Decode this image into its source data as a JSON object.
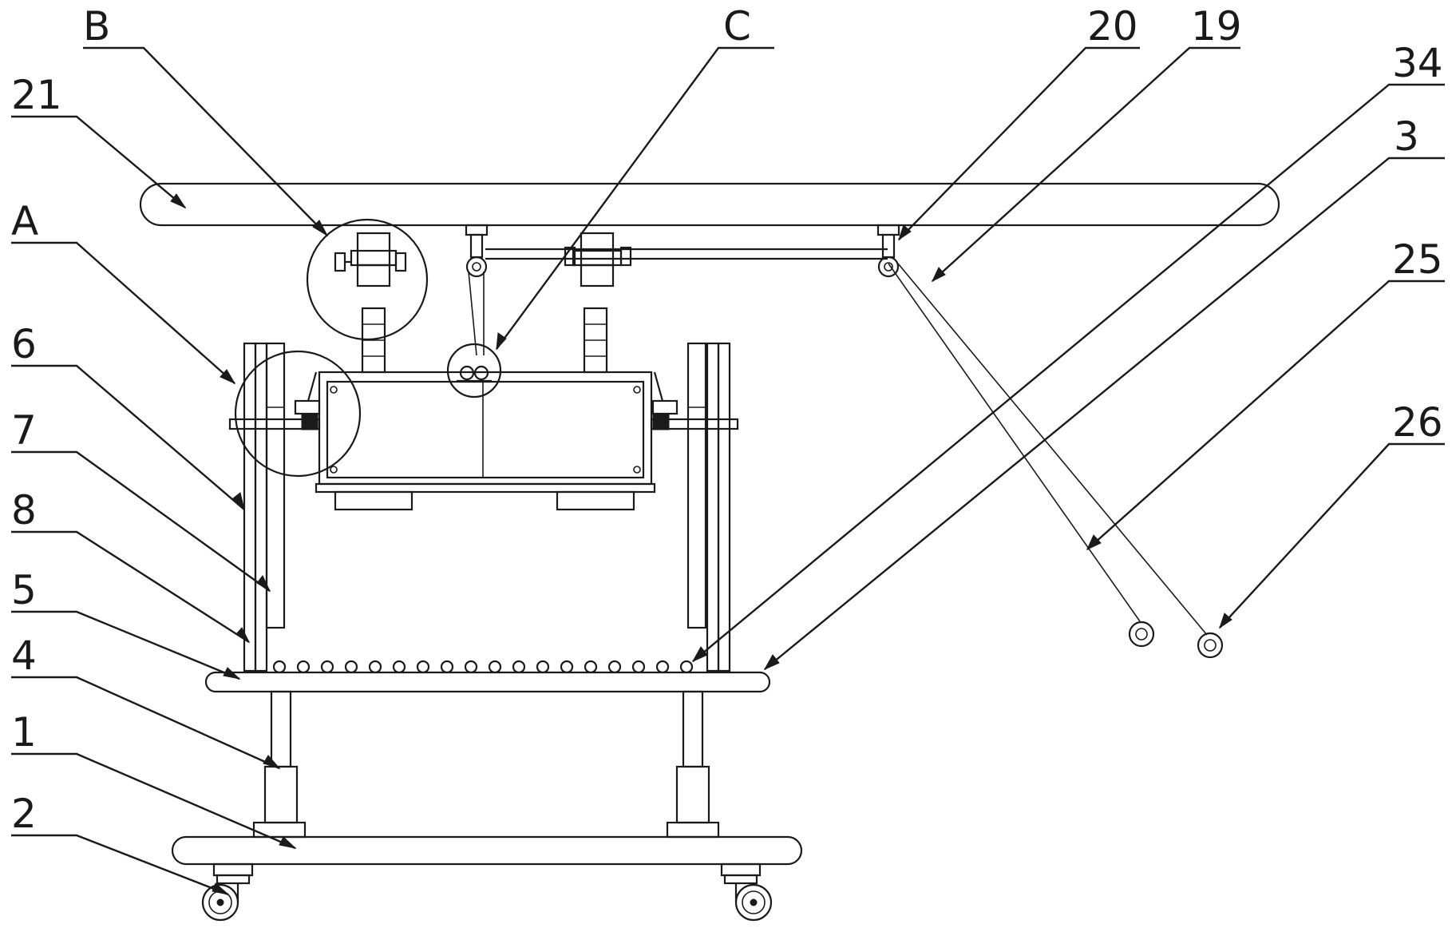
{
  "labels": {
    "B": "B",
    "C": "C",
    "n20": "20",
    "n19": "19",
    "n34": "34",
    "n21": "21",
    "n3": "3",
    "A": "A",
    "n25": "25",
    "n6": "6",
    "n26": "26",
    "n7": "7",
    "n8": "8",
    "n5": "5",
    "n4": "4",
    "n1": "1",
    "n2": "2"
  }
}
